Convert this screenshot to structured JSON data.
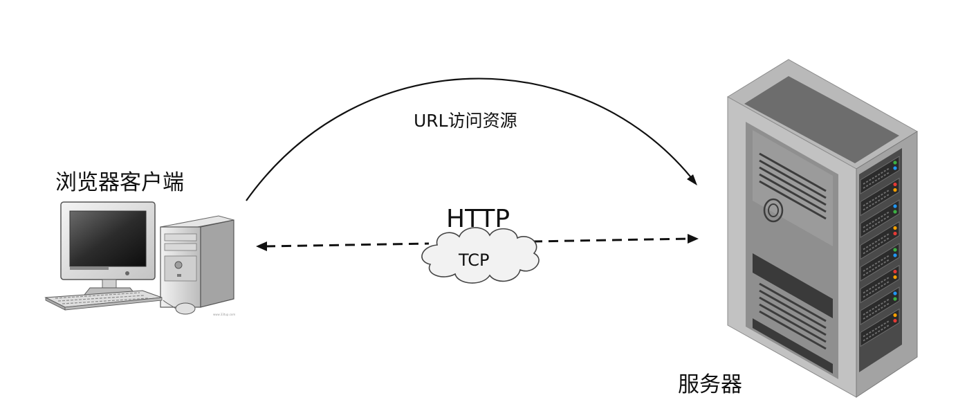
{
  "diagram": {
    "client_label": "浏览器客户端",
    "server_label": "服务器",
    "request_label": "URL访问资源",
    "protocol_label": "HTTP",
    "transport_label": "TCP",
    "client_watermark": "www.33tup.com"
  },
  "colors": {
    "line": "#111111",
    "cloud_fill": "#f2f2f2",
    "server_light": "#c9c9c9",
    "server_mid": "#8e8e8e",
    "server_dark": "#505050",
    "led_green": "#3cb043",
    "led_red": "#e53935",
    "led_blue": "#2196f3",
    "led_orange": "#f59f00"
  }
}
